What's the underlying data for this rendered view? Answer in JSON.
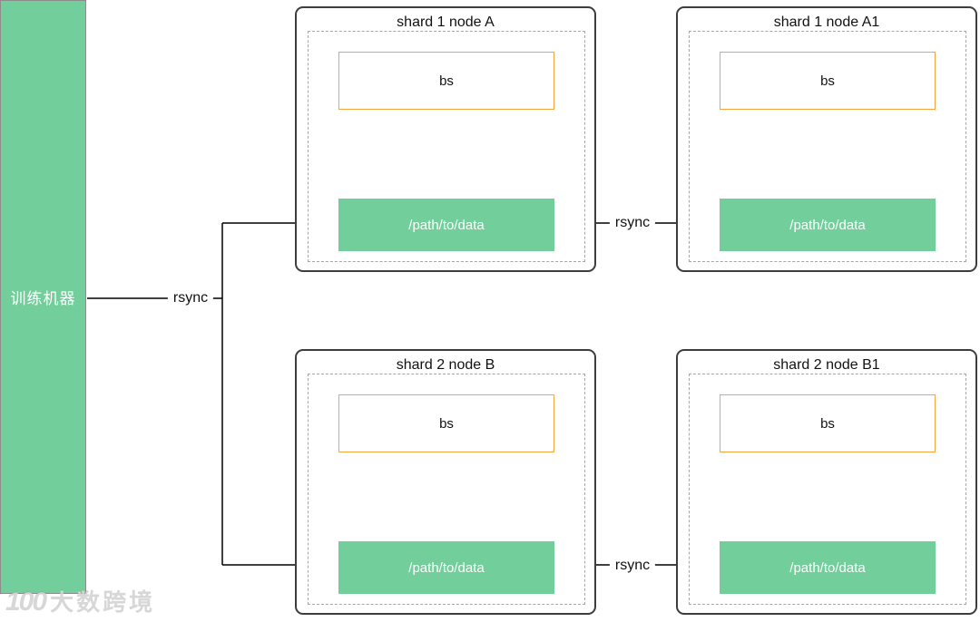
{
  "diagram": {
    "source": {
      "label": "训练机器"
    },
    "nodes": [
      {
        "title": "shard 1 node A",
        "bs_label": "bs",
        "data_label": "/path/to/data"
      },
      {
        "title": "shard 1 node A1",
        "bs_label": "bs",
        "data_label": "/path/to/data"
      },
      {
        "title": "shard 2 node B",
        "bs_label": "bs",
        "data_label": "/path/to/data"
      },
      {
        "title": "shard 2 node B1",
        "bs_label": "bs",
        "data_label": "/path/to/data"
      }
    ],
    "connectors": [
      {
        "label": "rsync"
      },
      {
        "label": "rsync"
      },
      {
        "label": "rsync"
      }
    ],
    "colors": {
      "green_fill": "#72ce9b",
      "orange_border": "#f2a640",
      "box_border": "#3d3d3d",
      "dashed_border": "#a6a6a6",
      "line": "#000000"
    }
  },
  "watermark": {
    "logo": "100",
    "text": "大数跨境"
  }
}
